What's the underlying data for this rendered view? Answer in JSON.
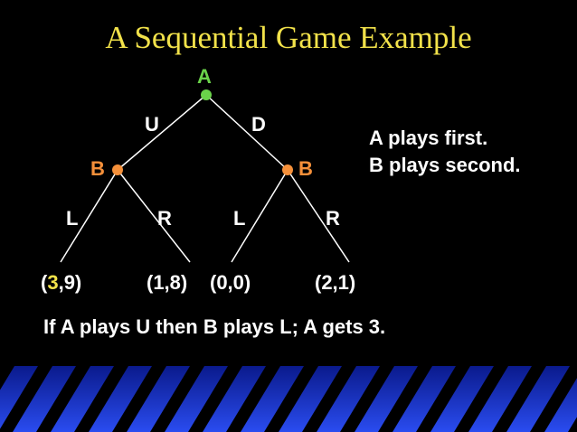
{
  "title": "A Sequential Game Example",
  "nodes": {
    "root": {
      "label": "A",
      "color": "#6ad34a"
    },
    "b_left": {
      "label": "B",
      "color": "#f5903a"
    },
    "b_right": {
      "label": "B",
      "color": "#f5903a"
    }
  },
  "edges": {
    "u": "U",
    "d": "D",
    "left_l": "L",
    "left_r": "R",
    "right_l": "L",
    "right_r": "R"
  },
  "payoffs": {
    "p1": {
      "open": "(",
      "highlight": "3",
      "rest": ",9)"
    },
    "p2": "(1,8)",
    "p3": "(0,0)",
    "p4": "(2,1)"
  },
  "notes": [
    "A plays first.",
    "B plays second."
  ],
  "conclusion": "If A plays U then B plays L; A gets 3.",
  "colors": {
    "background": "#000000",
    "title": "#f2e24a",
    "highlight": "#f2e24a",
    "stripe_dark": "#0a1a8c",
    "stripe_light": "#2a4cf0",
    "stripe_bar": "#000000"
  }
}
